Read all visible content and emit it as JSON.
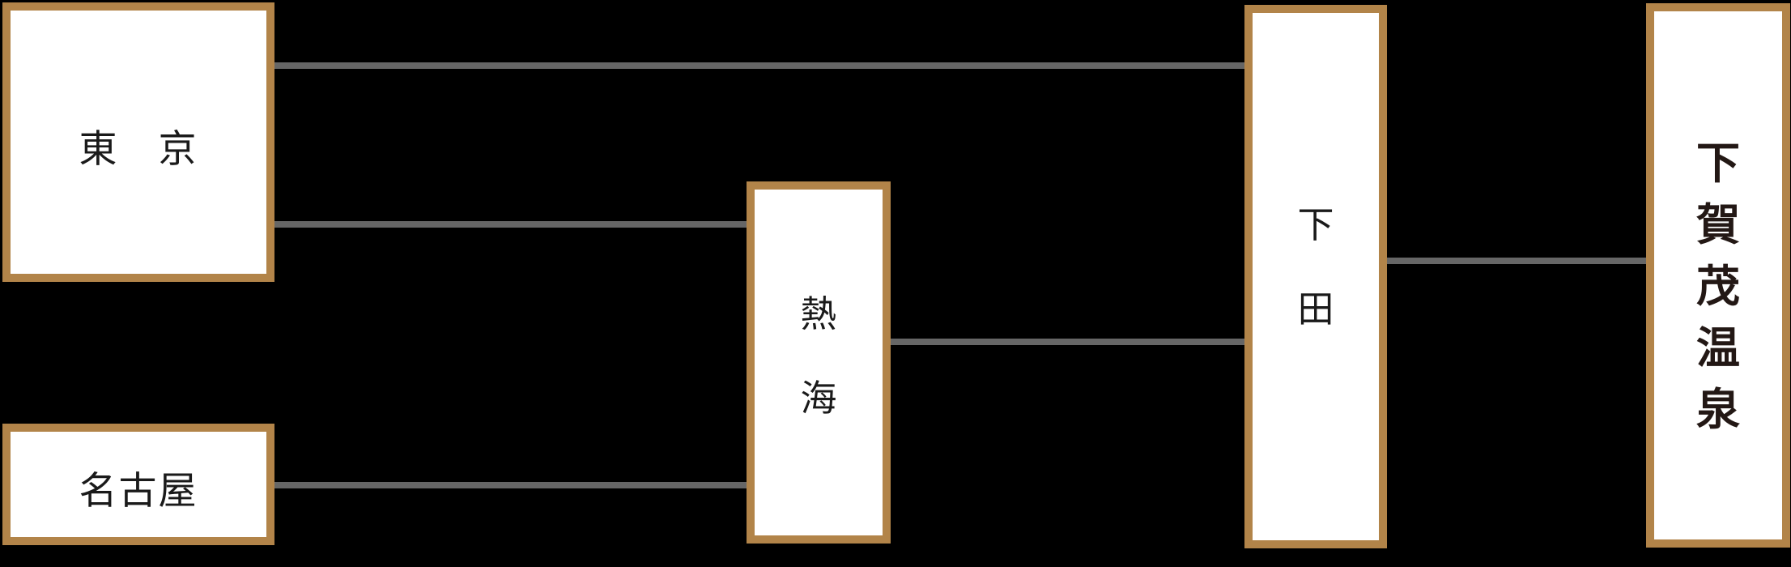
{
  "colors": {
    "background": "#000000",
    "box_border": "#b28449",
    "box_fill": "#ffffff",
    "line": "#666666",
    "text": "#1a1a1a",
    "text_strong": "#231815"
  },
  "nodes": {
    "tokyo": {
      "label": "東　京"
    },
    "nagoya": {
      "label": "名古屋"
    },
    "atami": {
      "label": "熱海"
    },
    "shimoda": {
      "label": "下田"
    },
    "shimogamo": {
      "label": "下賀茂温泉"
    }
  },
  "edges": [
    {
      "from": "東京",
      "to": "下田"
    },
    {
      "from": "東京",
      "to": "熱海"
    },
    {
      "from": "名古屋",
      "to": "熱海"
    },
    {
      "from": "熱海",
      "to": "下田"
    },
    {
      "from": "下田",
      "to": "下賀茂温泉"
    }
  ]
}
